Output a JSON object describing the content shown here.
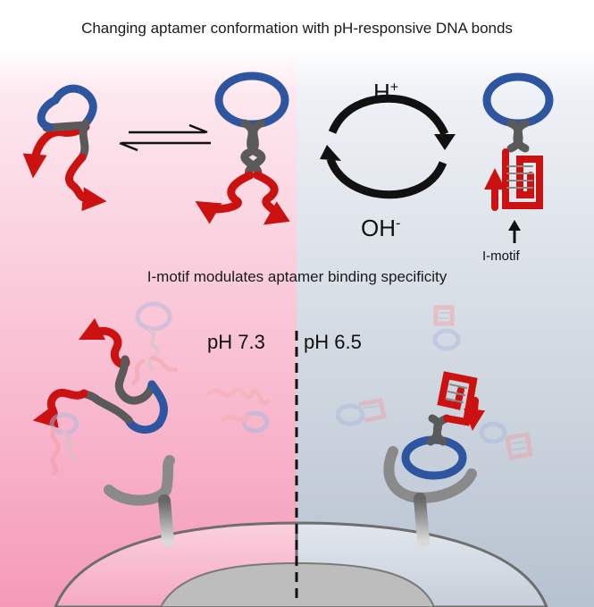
{
  "figure": {
    "title": "Changing aptamer conformation with pH-responsive DNA bonds",
    "acid_label": "H",
    "acid_charge": "+",
    "base_label": "OH",
    "base_charge": "-",
    "imotif_label": "I-motif",
    "subtitle": "I-motif modulates aptamer binding specificity",
    "ph_left": "pH 7.3",
    "ph_right": "pH 6.5"
  },
  "colors": {
    "loop_blue": "#2e56a0",
    "stem_gray": "#5a5a5a",
    "arm_red": "#cc1111",
    "bg_pink": "#f7a9c6",
    "bg_blue": "#c3ccd8"
  },
  "icons": [
    "equilibrium-arrows-icon",
    "cycle-arrows-icon",
    "up-arrow-icon",
    "receptor-icon",
    "cell-membrane-icon"
  ]
}
